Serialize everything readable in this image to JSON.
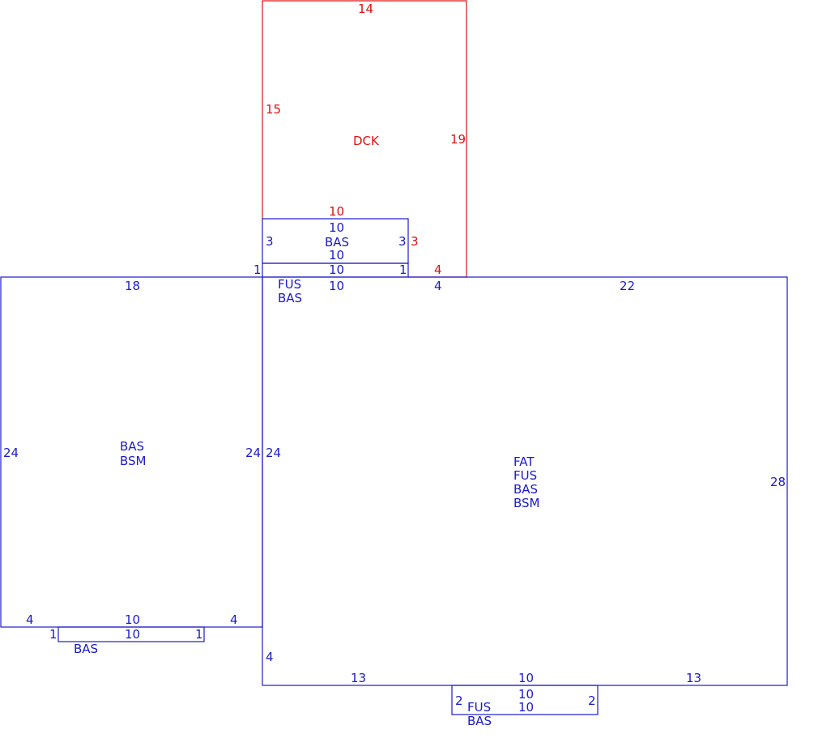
{
  "colors": {
    "structure": "#1a1acc",
    "deck": "#e01010",
    "background": "#ffffff"
  },
  "deck": {
    "code": "DCK",
    "dims": {
      "top": "14",
      "left": "15",
      "right": "19",
      "bottom_left": "10",
      "bottom_right": "4"
    }
  },
  "rear_bump": {
    "codes": [
      "BAS"
    ],
    "dims": {
      "top_outer": "10",
      "top_inner": "10",
      "bottom": "10",
      "left": "3",
      "right": "3"
    }
  },
  "rear_strip": {
    "codes": [
      "FUS",
      "BAS"
    ],
    "dims": {
      "top": "10",
      "bottom": "10",
      "left": "1",
      "right": "1"
    }
  },
  "left_wing": {
    "codes": [
      "BAS",
      "BSM"
    ],
    "dims": {
      "top": "18",
      "left": "24",
      "right": "24",
      "bottom_mid": "10",
      "bottom_left": "4",
      "bottom_right": "4"
    }
  },
  "left_bump": {
    "codes": [
      "BAS"
    ],
    "dims": {
      "top": "10",
      "left": "1",
      "right": "1"
    }
  },
  "main": {
    "codes": [
      "FAT",
      "FUS",
      "BAS",
      "BSM"
    ],
    "dims": {
      "top_left": "4",
      "top_right": "22",
      "left": "24",
      "left_lower": "4",
      "right": "28",
      "bottom_left": "13",
      "bottom_mid": "10",
      "bottom_right": "13"
    }
  },
  "front_bump": {
    "codes": [
      "FUS",
      "BAS"
    ],
    "dims": {
      "top": "10",
      "bottom": "10",
      "left": "2",
      "right": "2"
    }
  }
}
